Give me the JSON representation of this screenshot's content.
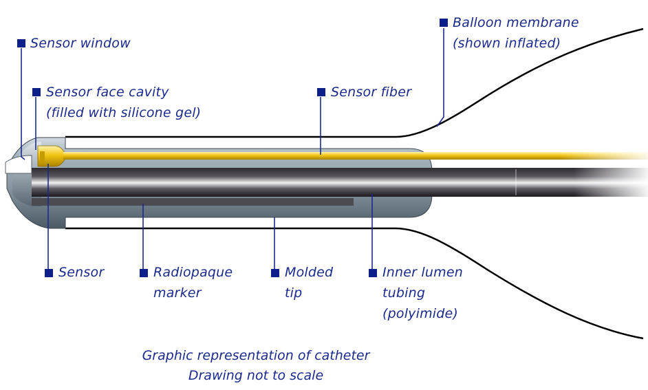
{
  "labels": {
    "sensor_window": "Sensor window",
    "sensor_face_cavity_1": "Sensor face cavity",
    "sensor_face_cavity_2": "(filled with silicone gel)",
    "sensor_fiber": "Sensor fiber",
    "balloon_membrane_1": "Balloon membrane",
    "balloon_membrane_2": "(shown inflated)",
    "sensor": "Sensor",
    "radiopaque_1": "Radiopaque",
    "radiopaque_2": "marker",
    "molded_1": "Molded",
    "molded_2": "tip",
    "inner_lumen_1": "Inner lumen",
    "inner_lumen_2": "tubing",
    "inner_lumen_3": "(polyimide)"
  },
  "caption": {
    "line1": "Graphic representation of catheter",
    "line2": "Drawing not to scale"
  },
  "colors": {
    "label_text": "#1a2a8c",
    "marker_square": "#0d1f8a",
    "sensor_fiber": "#e8b400",
    "tip_body": "#8a99a4",
    "inner_lumen": "#2a2a2e",
    "outline": "#000000"
  }
}
